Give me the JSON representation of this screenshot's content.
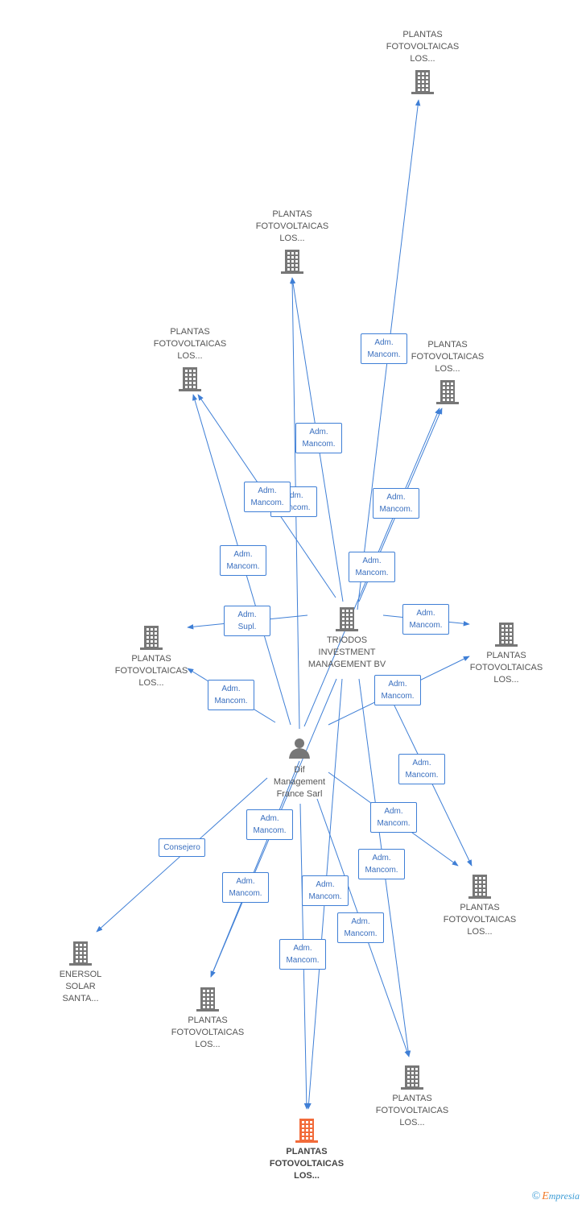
{
  "nodes": [
    {
      "id": "n_top",
      "kind": "company",
      "label": "PLANTAS\nFOTOVOLTAICAS\nLOS..."
    },
    {
      "id": "n_mid",
      "kind": "company",
      "label": "PLANTAS\nFOTOVOLTAICAS\nLOS..."
    },
    {
      "id": "n_left1",
      "kind": "company",
      "label": "PLANTAS\nFOTOVOLTAICAS\nLOS..."
    },
    {
      "id": "n_right1",
      "kind": "company",
      "label": "PLANTAS\nFOTOVOLTAICAS\nLOS..."
    },
    {
      "id": "triodos",
      "kind": "company",
      "label": "TRIODOS\nINVESTMENT\nMANAGEMENT BV"
    },
    {
      "id": "n_left2",
      "kind": "company",
      "label": "PLANTAS\nFOTOVOLTAICAS\nLOS..."
    },
    {
      "id": "n_right2",
      "kind": "company",
      "label": "PLANTAS\nFOTOVOLTAICAS\nLOS..."
    },
    {
      "id": "dif",
      "kind": "person",
      "label": "Dif\nManagement\nFrance Sarl"
    },
    {
      "id": "n_right3",
      "kind": "company",
      "label": "PLANTAS\nFOTOVOLTAICAS\nLOS..."
    },
    {
      "id": "enersol",
      "kind": "company",
      "label": "ENERSOL\nSOLAR\nSANTA..."
    },
    {
      "id": "n_bl",
      "kind": "company",
      "label": "PLANTAS\nFOTOVOLTAICAS\nLOS..."
    },
    {
      "id": "n_br",
      "kind": "company",
      "label": "PLANTAS\nFOTOVOLTAICAS\nLOS..."
    },
    {
      "id": "n_focus",
      "kind": "company",
      "label": "PLANTAS\nFOTOVOLTAICAS\nLOS...",
      "highlight": true
    }
  ],
  "edges": [
    {
      "id": "e1",
      "from": "triodos",
      "to": "n_top",
      "label": "Adm.\nMancom."
    },
    {
      "id": "e2",
      "from": "triodos",
      "to": "n_mid",
      "label": "Adm.\nMancom."
    },
    {
      "id": "e3",
      "from": "dif",
      "to": "n_mid",
      "label": "Adm.\nMancom."
    },
    {
      "id": "e4",
      "from": "triodos",
      "to": "n_left1",
      "label": "Adm.\nMancom."
    },
    {
      "id": "e5",
      "from": "dif",
      "to": "n_left1",
      "label": "Adm.\nMancom."
    },
    {
      "id": "e6",
      "from": "triodos",
      "to": "n_right1",
      "label": "Adm.\nMancom."
    },
    {
      "id": "e7",
      "from": "dif",
      "to": "n_right1",
      "label": "Adm.\nMancom."
    },
    {
      "id": "e8",
      "from": "triodos",
      "to": "n_left2",
      "label": "Adm.\nSupl."
    },
    {
      "id": "e9",
      "from": "dif",
      "to": "n_left2",
      "label": "Adm.\nMancom."
    },
    {
      "id": "e10",
      "from": "triodos",
      "to": "n_right2",
      "label": "Adm.\nMancom."
    },
    {
      "id": "e11",
      "from": "dif",
      "to": "n_right2",
      "label": "Adm.\nMancom."
    },
    {
      "id": "e12",
      "from": "triodos",
      "to": "n_right3",
      "label": "Adm.\nMancom."
    },
    {
      "id": "e13",
      "from": "dif",
      "to": "n_right3",
      "label": "Adm.\nMancom."
    },
    {
      "id": "e14",
      "from": "dif",
      "to": "enersol",
      "label": "Consejero"
    },
    {
      "id": "e15",
      "from": "triodos",
      "to": "n_bl",
      "label": "Adm.\nMancom."
    },
    {
      "id": "e16",
      "from": "dif",
      "to": "n_bl",
      "label": "Adm.\nMancom."
    },
    {
      "id": "e17",
      "from": "triodos",
      "to": "n_br",
      "label": "Adm.\nMancom."
    },
    {
      "id": "e18",
      "from": "dif",
      "to": "n_br",
      "label": "Adm.\nMancom."
    },
    {
      "id": "e19",
      "from": "triodos",
      "to": "n_focus",
      "label": "Adm.\nMancom."
    },
    {
      "id": "e20",
      "from": "dif",
      "to": "n_focus",
      "label": "Adm.\nMancom."
    }
  ],
  "colors": {
    "edge": "#3f7fd6",
    "node_icon": "#777777",
    "node_icon_highlight": "#f26b3a",
    "label_text": "#555555",
    "badge_text": "#3a6fbf"
  },
  "icons": {
    "company": "building-icon",
    "person": "person-icon"
  },
  "footer": {
    "copyright": "©",
    "brand_initial": "E",
    "brand_rest": "mpresia"
  }
}
